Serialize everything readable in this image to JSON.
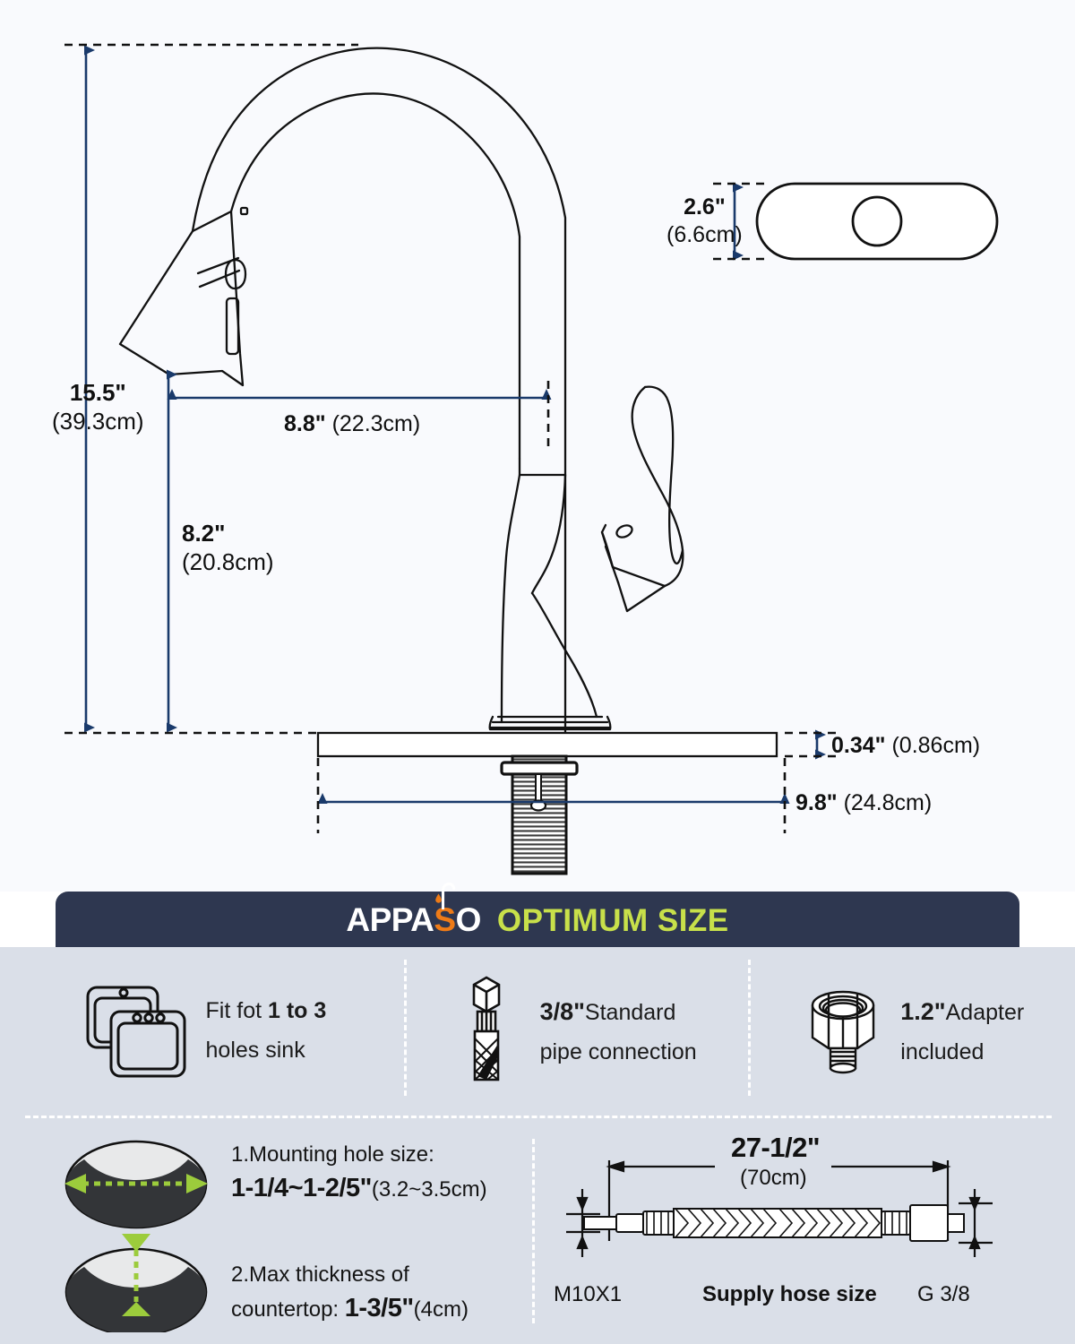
{
  "product": {
    "brand": "APPASO",
    "banner_title": "OPTIMUM SIZE"
  },
  "colors": {
    "banner_bg": "#2e3750",
    "banner_title": "#c8e04a",
    "brand_accent": "#ee7b17",
    "dimension_line": "#1a3a6b",
    "panel_bg": "#dadfe8",
    "drawing_bg": "#f9fafd",
    "green_arrow": "#9ccc3c"
  },
  "dimensions": {
    "total_height": {
      "inch": "15.5\"",
      "metric": "(39.3cm)"
    },
    "spout_reach": {
      "inch": "8.8\"",
      "metric": "(22.3cm)"
    },
    "spout_height": {
      "inch": "8.2\"",
      "metric": "(20.8cm)"
    },
    "deck_plate_width": {
      "inch": "2.6\"",
      "metric": "(6.6cm)"
    },
    "deck_thickness": {
      "inch": "0.34\"",
      "metric": "(0.86cm)"
    },
    "base_width": {
      "inch": "9.8\"",
      "metric": "(24.8cm)"
    }
  },
  "features": [
    {
      "icon": "sink-holes-icon",
      "prefix": "Fit fot ",
      "highlight": "1 to 3",
      "suffix": "holes sink"
    },
    {
      "icon": "pipe-connector-icon",
      "unit": "3/8\"",
      "label_top": "Standard",
      "label_bottom": "pipe connection"
    },
    {
      "icon": "adapter-nut-icon",
      "unit": "1.2\"",
      "label_top": "Adapter",
      "label_bottom": "included"
    }
  ],
  "mounting": {
    "item1": {
      "icon": "mounting-hole-diameter-icon",
      "title": "1.Mounting hole size:",
      "value": "1-1/4~1-2/5\"",
      "metric": "(3.2~3.5cm)"
    },
    "item2": {
      "icon": "countertop-thickness-icon",
      "title": "2.Max thickness of",
      "label": "countertop: ",
      "value": "1-3/5\"",
      "metric": "(4cm)"
    }
  },
  "supply_hose": {
    "icon": "braided-hose-icon",
    "length_inch": "27-1/2\"",
    "length_metric": "(70cm)",
    "caption": "Supply hose size",
    "end_left": "M10X1",
    "end_right": "G 3/8"
  }
}
